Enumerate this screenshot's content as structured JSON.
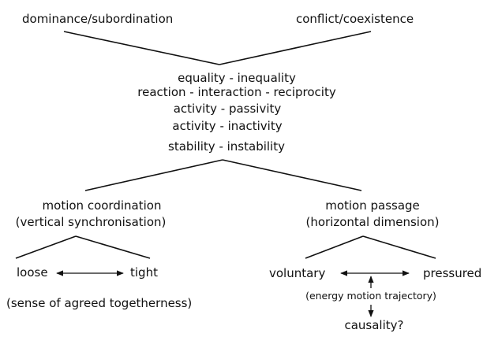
{
  "top": {
    "left": "dominance/subordination",
    "right": "conflict/coexistence"
  },
  "center_items": [
    "equality - inequality",
    "reaction - interaction - reciprocity",
    "activity - passivity",
    "activity - inactivity",
    "stability - instability"
  ],
  "left_branch": {
    "title_line1": "motion coordination",
    "title_line2": "(vertical synchronisation)",
    "pole_left": "loose",
    "pole_right": "tight",
    "note": "(sense of agreed togetherness)"
  },
  "right_branch": {
    "title_line1": "motion passage",
    "title_line2": "(horizontal dimension)",
    "pole_left": "voluntary",
    "pole_right": "pressured",
    "note": "(energy motion trajectory)",
    "result": "causality?"
  }
}
